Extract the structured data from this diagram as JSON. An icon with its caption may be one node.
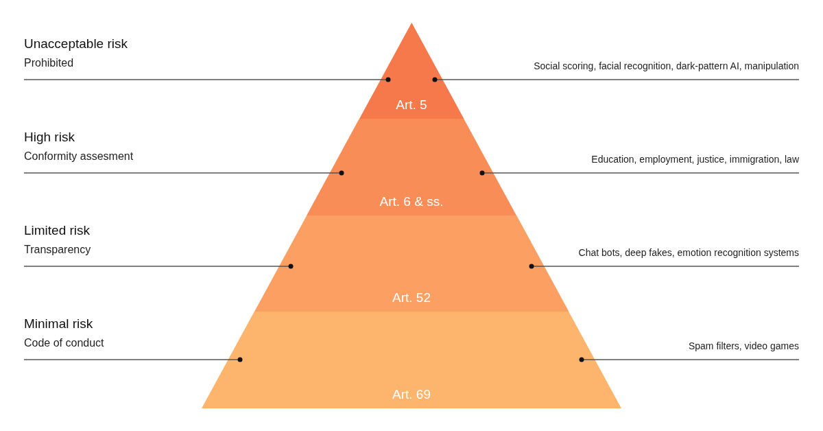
{
  "diagram": {
    "nodes": [
      {
        "text": [
          "Unacceptable risk",
          "Prohibited"
        ]
      },
      {
        "text": [
          "Art. 5"
        ]
      },
      {
        "text": [
          "Social scoring, facial recognition, dark-pattern AI, manipulation"
        ]
      },
      {
        "text": [
          "High risk",
          "Conformity assesment"
        ]
      },
      {
        "text": [
          "Art. 6 & ss."
        ]
      },
      {
        "text": [
          "Education, employment, justice, immigration, law"
        ]
      },
      {
        "text": [
          "Limited risk",
          "Transparency"
        ]
      },
      {
        "text": [
          "Art. 52"
        ]
      },
      {
        "text": [
          "Chat bots, deep fakes, emotion recognition systems"
        ]
      },
      {
        "text": [
          "Minimal risk",
          "Code of conduct"
        ]
      },
      {
        "text": [
          "Art. 69"
        ]
      },
      {
        "text": [
          "Spam filters, video games"
        ]
      }
    ],
    "edges": [
      {
        "from": 0,
        "to": 1,
        "arrow": "other"
      },
      {
        "from": 2,
        "to": 1,
        "arrow": "other"
      },
      {
        "from": 3,
        "to": 4,
        "arrow": "other"
      },
      {
        "from": 5,
        "to": 4,
        "arrow": "other"
      },
      {
        "from": 6,
        "to": 7,
        "arrow": "other"
      },
      {
        "from": 8,
        "to": 7,
        "arrow": "other"
      },
      {
        "from": 9,
        "to": 10,
        "arrow": "other"
      },
      {
        "from": 11,
        "to": 10,
        "arrow": "other"
      }
    ]
  }
}
